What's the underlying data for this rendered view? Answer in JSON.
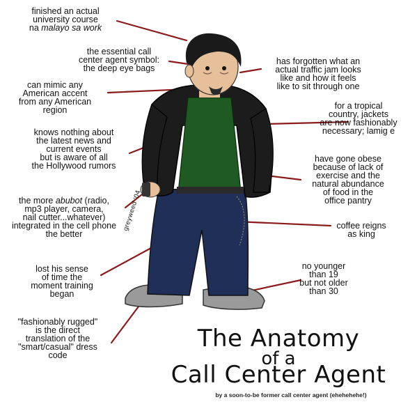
{
  "signature": "greyweed '04",
  "title": {
    "line1": "The Anatomy",
    "line2": "of a",
    "line3": "Call Center Agent",
    "byline": "by a soon-to-be former call center agent (ehehehehe!)"
  },
  "colors": {
    "pointer": "#8b1a1a",
    "jacket": "#1c1c1c",
    "shirt": "#1e5a22",
    "jeans": "#1f2f58",
    "hair": "#1a1a1a",
    "skin": "#e6c09a"
  },
  "annotations": [
    {
      "id": "course",
      "lines": [
        "finished an actual",
        "university course",
        "na malayo sa work"
      ]
    },
    {
      "id": "eye-bags",
      "lines": [
        "the essential call",
        "center agent symbol:",
        "the deep eye bags"
      ]
    },
    {
      "id": "accent",
      "lines": [
        "can mimic any",
        "American accent",
        "from any American",
        "region"
      ]
    },
    {
      "id": "news",
      "lines": [
        "knows nothing about",
        "the latest news and",
        "current events",
        "but is aware of all",
        "the Hollywood rumors"
      ]
    },
    {
      "id": "gadgets",
      "lines": [
        "the more abubot (radio,",
        "mp3 player, camera,",
        "nail cutter...whatever)",
        "integrated in the cell phone",
        "the better"
      ]
    },
    {
      "id": "time",
      "lines": [
        "lost his sense",
        "of time the",
        "moment training",
        "began"
      ]
    },
    {
      "id": "rugged",
      "lines": [
        "\"fashionably rugged\"",
        "is the direct",
        "translation of the",
        "\"smart/casual\" dress",
        "code"
      ]
    },
    {
      "id": "traffic",
      "lines": [
        "has forgotten what an",
        "actual traffic jam looks",
        "like and how it feels",
        "like to sit through one"
      ]
    },
    {
      "id": "jackets",
      "lines": [
        "for a tropical",
        "country, jackets",
        "are now fashionably",
        "necessary; lamig e"
      ]
    },
    {
      "id": "obese",
      "lines": [
        "have gone obese",
        "because of lack of",
        "exercise and the",
        "natural abundance",
        "of food in the",
        "office pantry"
      ]
    },
    {
      "id": "coffee",
      "lines": [
        "coffee reigns",
        "as king"
      ]
    },
    {
      "id": "age",
      "lines": [
        "no younger",
        "than 19",
        "but not older",
        "than 30"
      ]
    }
  ]
}
